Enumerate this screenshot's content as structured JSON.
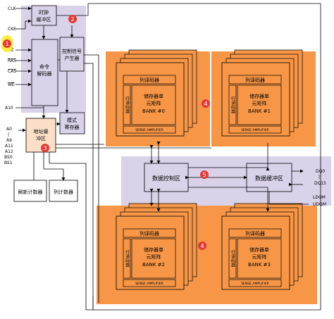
{
  "signals": {
    "clk": "CLK",
    "cke": "CKE",
    "cs": "CS",
    "ras": "RAS",
    "cas": "CAS",
    "we": "WE",
    "a10": "A10",
    "addr": [
      "A0",
      "|",
      "A9",
      "A11",
      "A12",
      "BS0",
      "BS1"
    ],
    "dq0": "DQ0",
    "dq_sep": "|",
    "dq15": "DQ15",
    "ldqm": "LDQM",
    "udqm": "UDQM"
  },
  "blocks": {
    "clock_buffer": [
      "时钟",
      "缓冲区"
    ],
    "command_decoder": [
      "命令",
      "解码器"
    ],
    "control_signal_gen": [
      "控制信号",
      "产生器"
    ],
    "mode_register": [
      "模式",
      "寄存器"
    ],
    "address_buffer": [
      "地址缓",
      "冲区"
    ],
    "refresh_counter": "刷新计数器",
    "column_counter": "列计数器",
    "data_control": "数据控制区",
    "data_buffer": "数据缓冲区"
  },
  "banks": [
    {
      "col_decoder": "列译码器",
      "row_decoder": "行译码器",
      "array": [
        "储存器单",
        "元矩阵"
      ],
      "bank": "BANK #0",
      "sense": "SENSE AMPLIFIER"
    },
    {
      "col_decoder": "列译码器",
      "row_decoder": "行译码器",
      "array": [
        "储存器单",
        "元矩阵"
      ],
      "bank": "BANK #1",
      "sense": "SENSE AMPLIFIER"
    },
    {
      "col_decoder": "列译码器",
      "row_decoder": "行译码器",
      "array": [
        "储存器单",
        "元矩阵"
      ],
      "bank": "BANK #2",
      "sense": "SENSE AMPLIFIER"
    },
    {
      "col_decoder": "列译码器",
      "row_decoder": "行译码器",
      "array": [
        "储存器单",
        "元矩阵"
      ],
      "bank": "BANK #3",
      "sense": "SENSE AMPLIFIER"
    }
  ],
  "markers": [
    "1",
    "2",
    "3",
    "4",
    "4",
    "5"
  ],
  "colors": {
    "lavender": "#d9d2e9",
    "orange": "#f79646",
    "peach": "#fbe0c7",
    "red_marker": "#e53935",
    "yellow_marker": "#ffeb3b",
    "line": "#000000"
  }
}
